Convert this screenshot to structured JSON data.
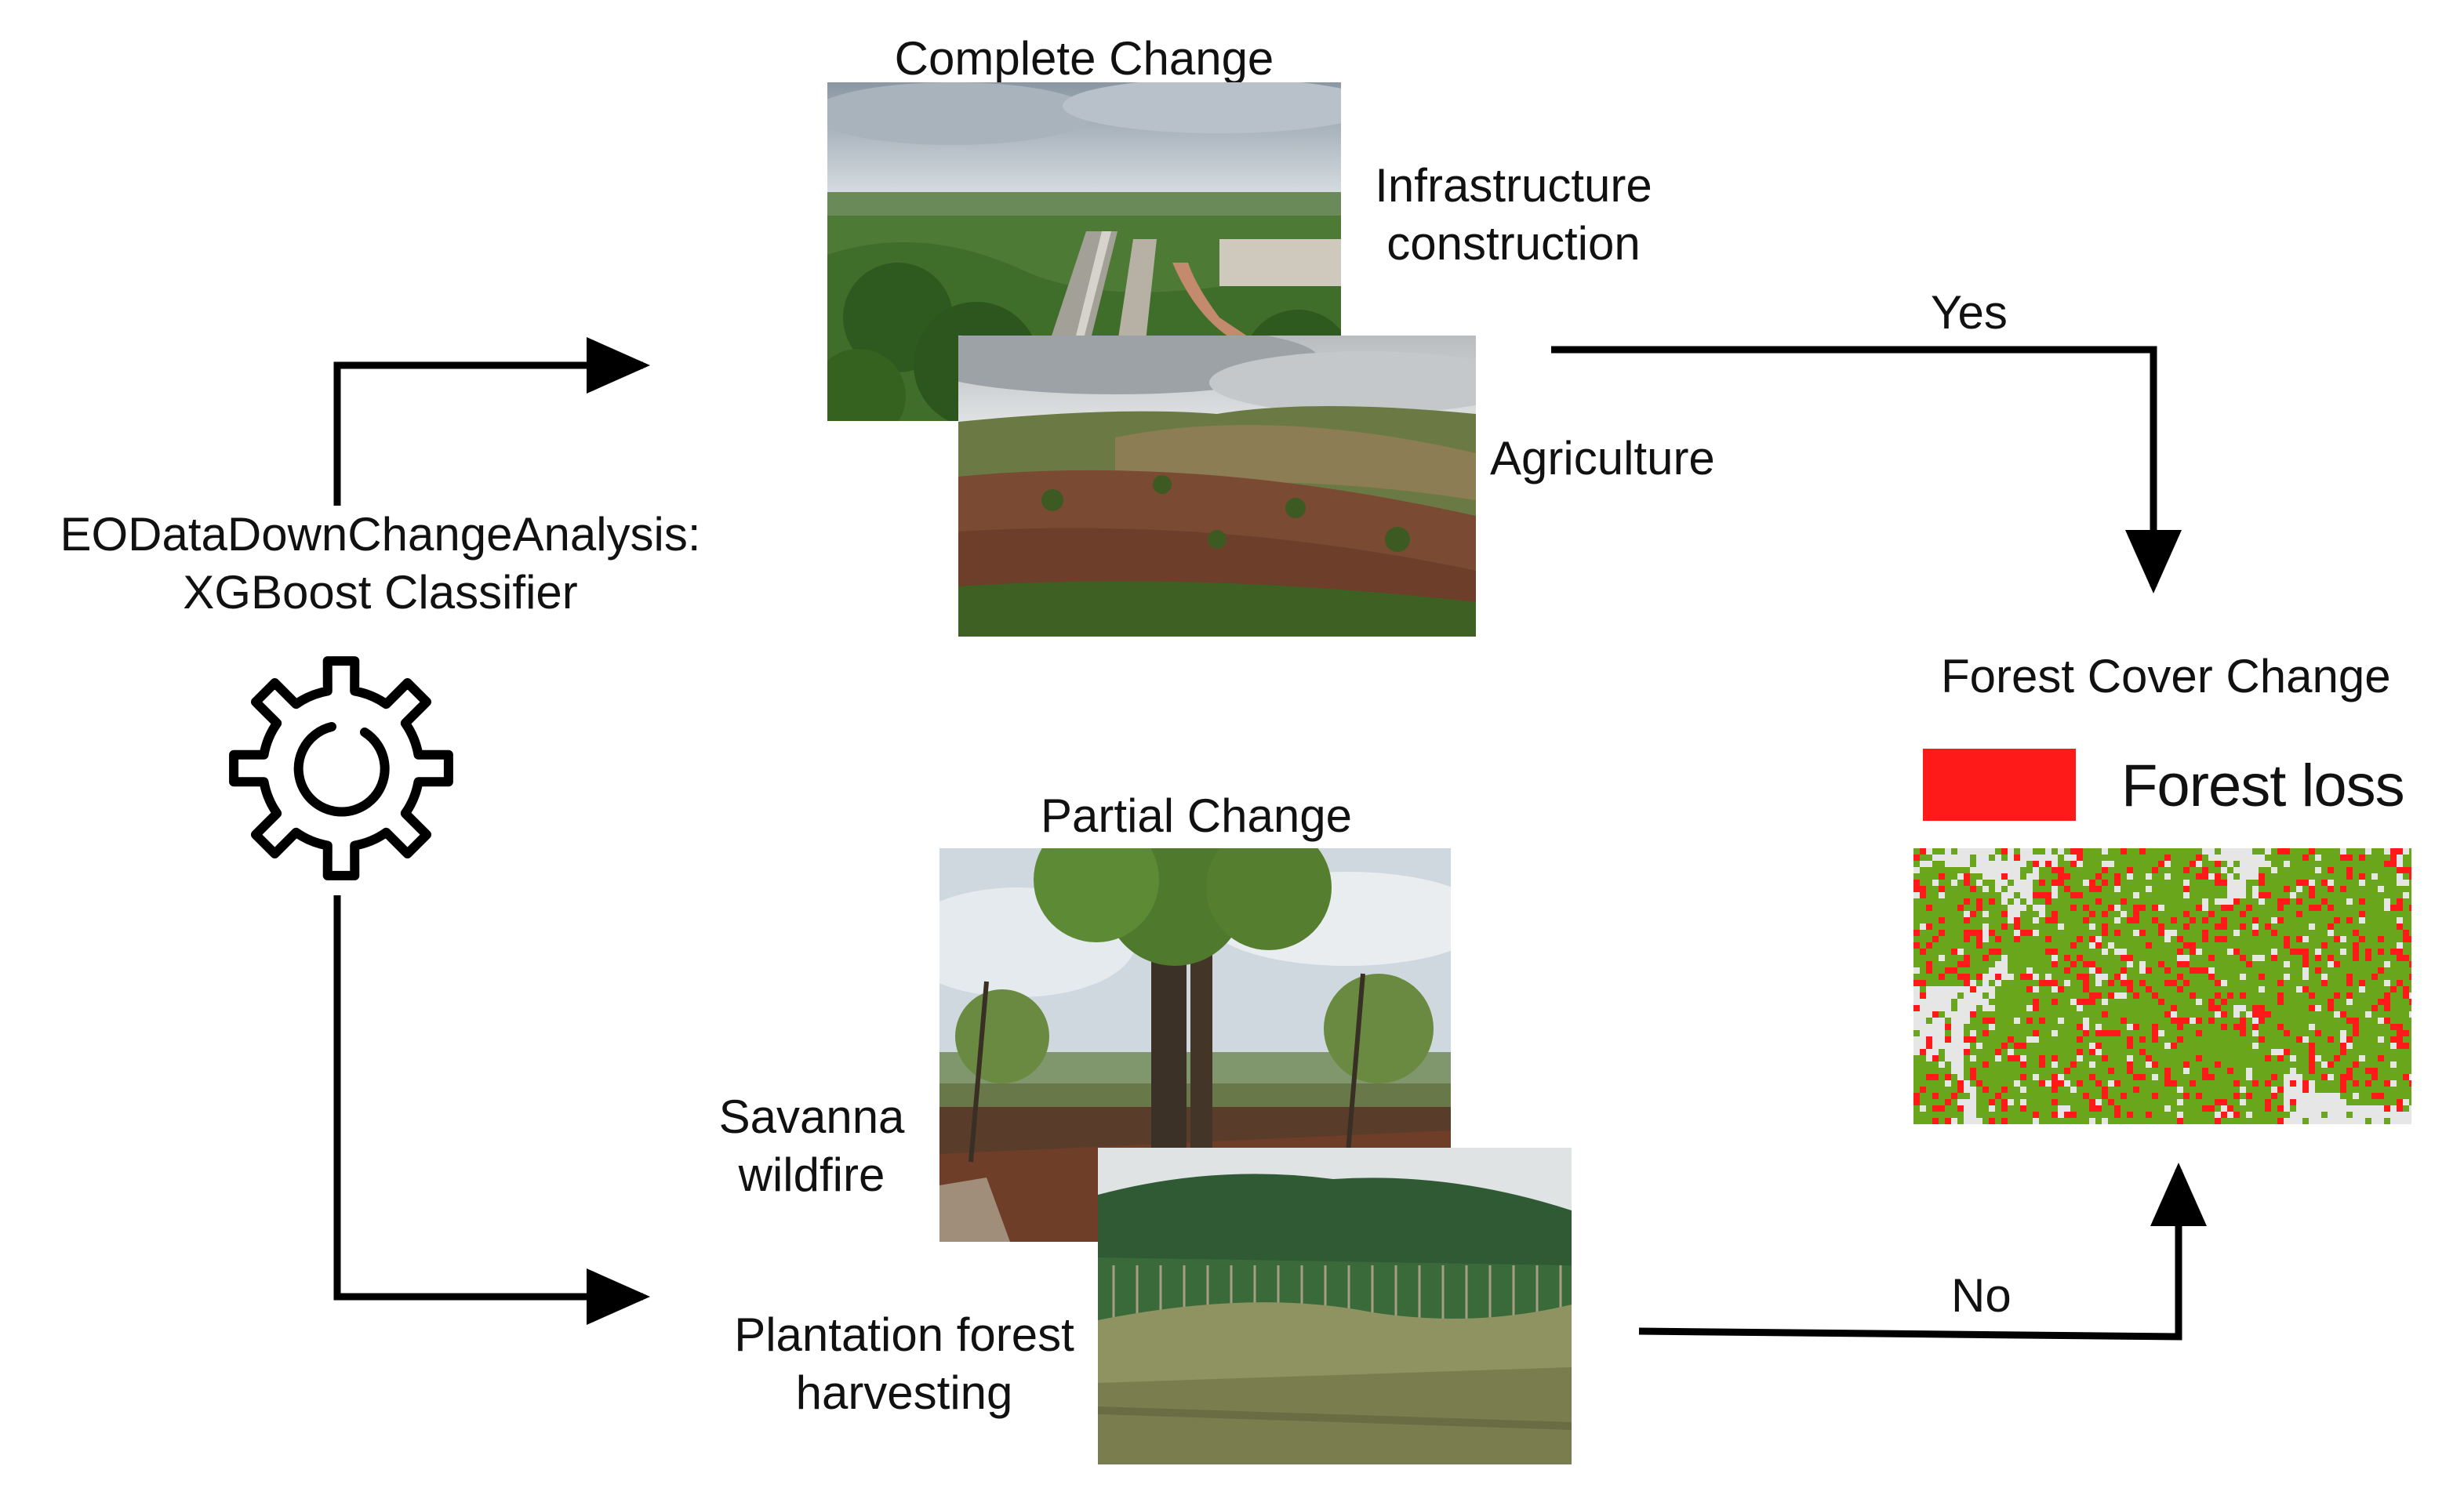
{
  "classifier": {
    "line1": "EODataDownChangeAnalysis:",
    "line2": "XGBoost Classifier",
    "icon": "gear-icon"
  },
  "complete_change": {
    "title": "Complete Change",
    "items": [
      {
        "label_lines": [
          "Infrastructure",
          "construction"
        ]
      },
      {
        "label_lines": [
          "Agriculture"
        ]
      }
    ]
  },
  "partial_change": {
    "title": "Partial Change",
    "items": [
      {
        "label_lines": [
          "Savanna",
          "wildfire"
        ]
      },
      {
        "label_lines": [
          "Plantation forest",
          "harvesting"
        ]
      }
    ]
  },
  "decisions": {
    "yes": "Yes",
    "no": "No"
  },
  "output": {
    "title": "Forest Cover Change",
    "legend_label": "Forest loss",
    "colors": {
      "loss": "#ff1a1a",
      "forest": "#6aa61c",
      "background": "#e6e6e6"
    }
  }
}
